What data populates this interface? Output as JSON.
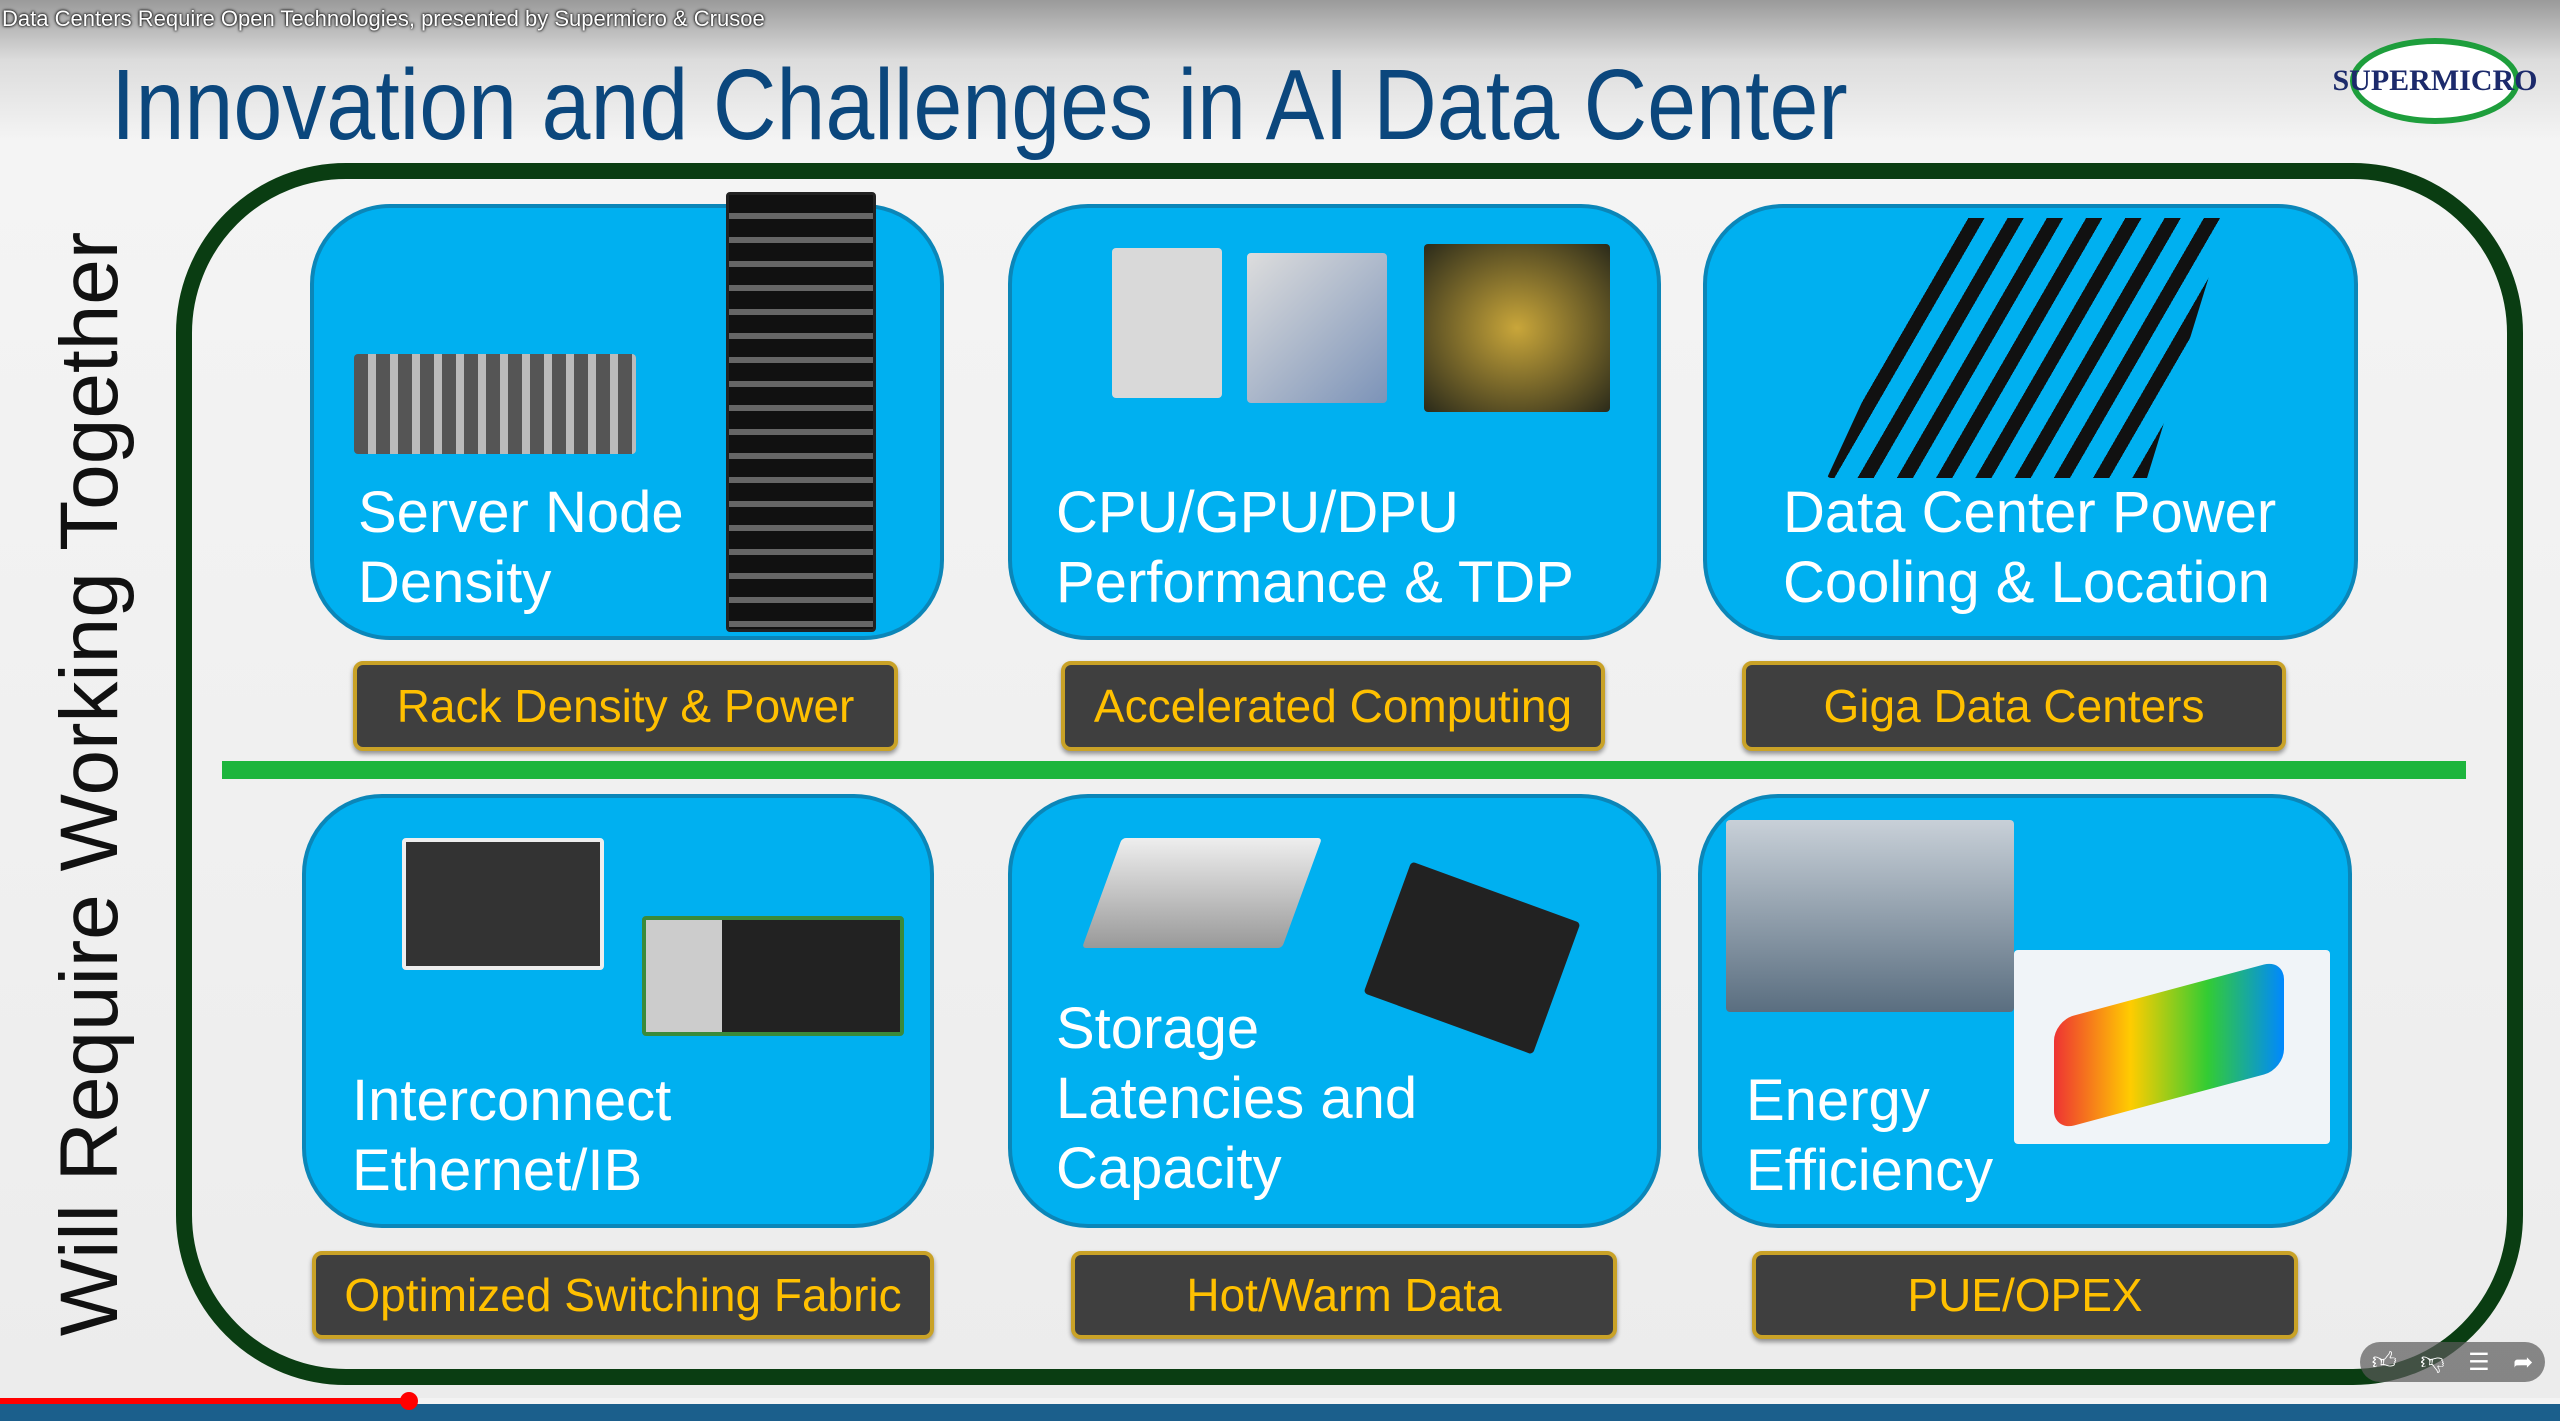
{
  "video_overlay_title": "Data Centers Require Open Technologies, presented by Supermicro & Crusoe",
  "slide": {
    "title": "Innovation and Challenges in AI Data Center",
    "side_text": "Will Require Working Together",
    "logo_text": "SUPERMICRO",
    "cards": [
      {
        "lines": [
          "Server Node",
          "Density"
        ],
        "label": "Rack Density & Power"
      },
      {
        "lines": [
          "CPU/GPU/DPU",
          "Performance & TDP"
        ],
        "label": "Accelerated Computing"
      },
      {
        "lines": [
          "Data Center Power",
          "Cooling & Location"
        ],
        "label": "Giga Data Centers"
      },
      {
        "lines": [
          "Interconnect",
          "Ethernet/IB"
        ],
        "label": "Optimized Switching Fabric"
      },
      {
        "lines": [
          "Storage",
          "Latencies and",
          "Capacity"
        ],
        "label": "Hot/Warm Data"
      },
      {
        "lines": [
          "Energy",
          "Efficiency"
        ],
        "label": "PUE/OPEX"
      }
    ]
  },
  "player": {
    "progress_percent": 16,
    "colors": {
      "played": "#ff0000"
    }
  }
}
